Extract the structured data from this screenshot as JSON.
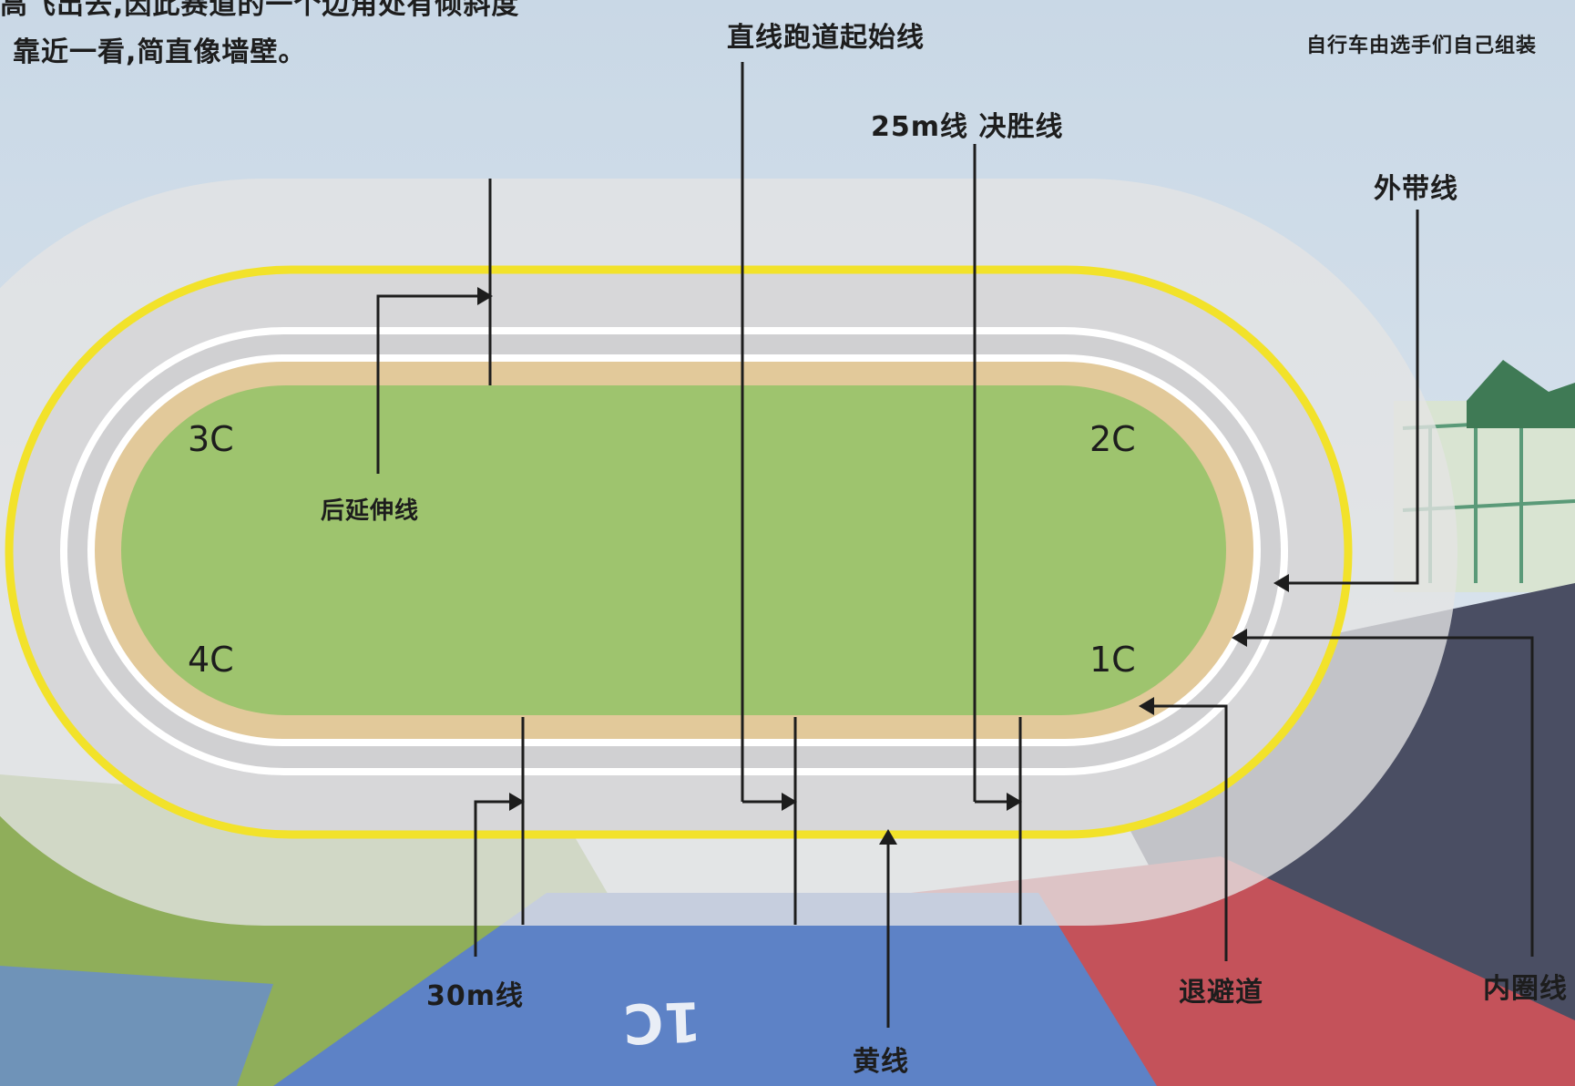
{
  "intro": {
    "line1": "高飞出去,因此赛道的一个边角处有倾斜度",
    "line2": "靠近一看,简直像墙壁。"
  },
  "top_right_note": "自行车由选手们自己组装",
  "corners": {
    "c1": "1C",
    "c2": "2C",
    "c3": "3C",
    "c4": "4C"
  },
  "labels": {
    "start_line": "直线跑道起始线",
    "finish_line": "25m线 决胜线",
    "outer_band": "外带线",
    "back_extension": "后延伸线",
    "line_30m": "30m线",
    "yellow_line": "黄线",
    "escape_lane": "退避道",
    "inner_circle": "内圈线"
  },
  "road_marking": "1C",
  "colors": {
    "infield": "#9ec46e",
    "apron": "#e2c99a",
    "yellow_line": "#f2e22a",
    "track": "#d7d7d9",
    "road_blue": "#5d82c6",
    "road_red": "#c4525a"
  }
}
